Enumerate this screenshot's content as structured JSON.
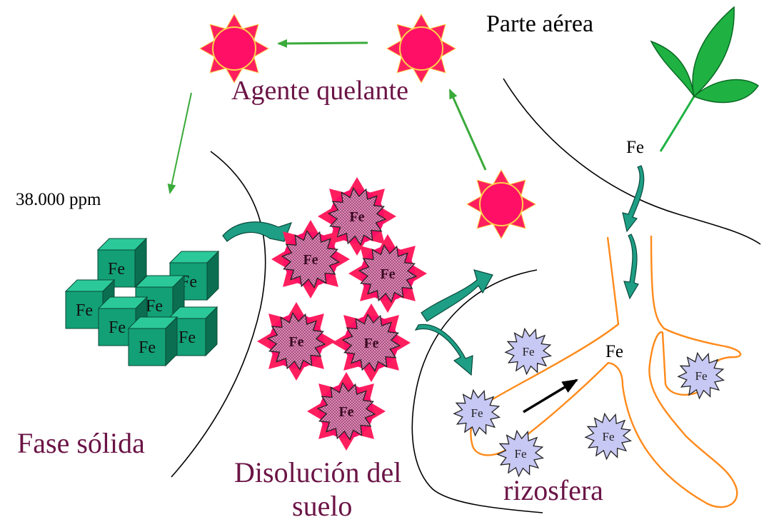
{
  "labels": {
    "parte_aerea": "Parte aérea",
    "agente_quelante": "Agente quelante",
    "ppm": "38.000 ppm",
    "fase_solida": "Fase sólida",
    "disolucion_1": "Disolución del",
    "disolucion_2": "suelo",
    "rizosfera": "rizosfera",
    "fe_stem": "Fe",
    "fe_root": "Fe"
  },
  "element_symbol": "Fe",
  "colors": {
    "sun_rays": "#ff1f5f",
    "sun_core": "#ff0f66",
    "cube": "#13a076",
    "cube_dark": "#0b6e50",
    "lavender": "#c8c8f4",
    "root": "#ff8a1a",
    "leaf": "#1fb243",
    "arrow_green": "#3aaa3a",
    "maroon_text": "#6b1446"
  }
}
